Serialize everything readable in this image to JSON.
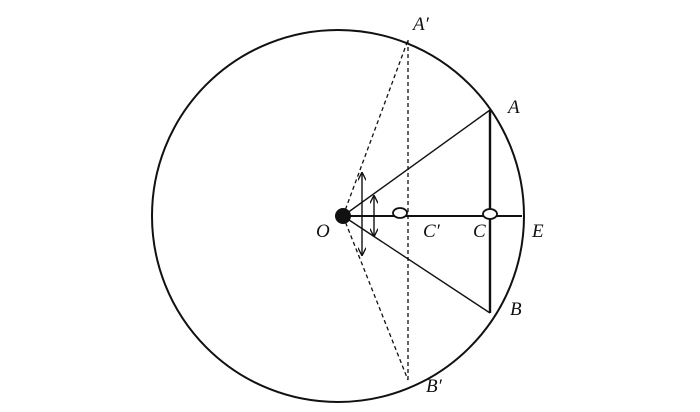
{
  "labels": {
    "A_prime": "A′",
    "A": "A",
    "O": "O",
    "C_prime": "C′",
    "C": "C",
    "E": "E",
    "B": "B",
    "B_prime": "B′"
  }
}
